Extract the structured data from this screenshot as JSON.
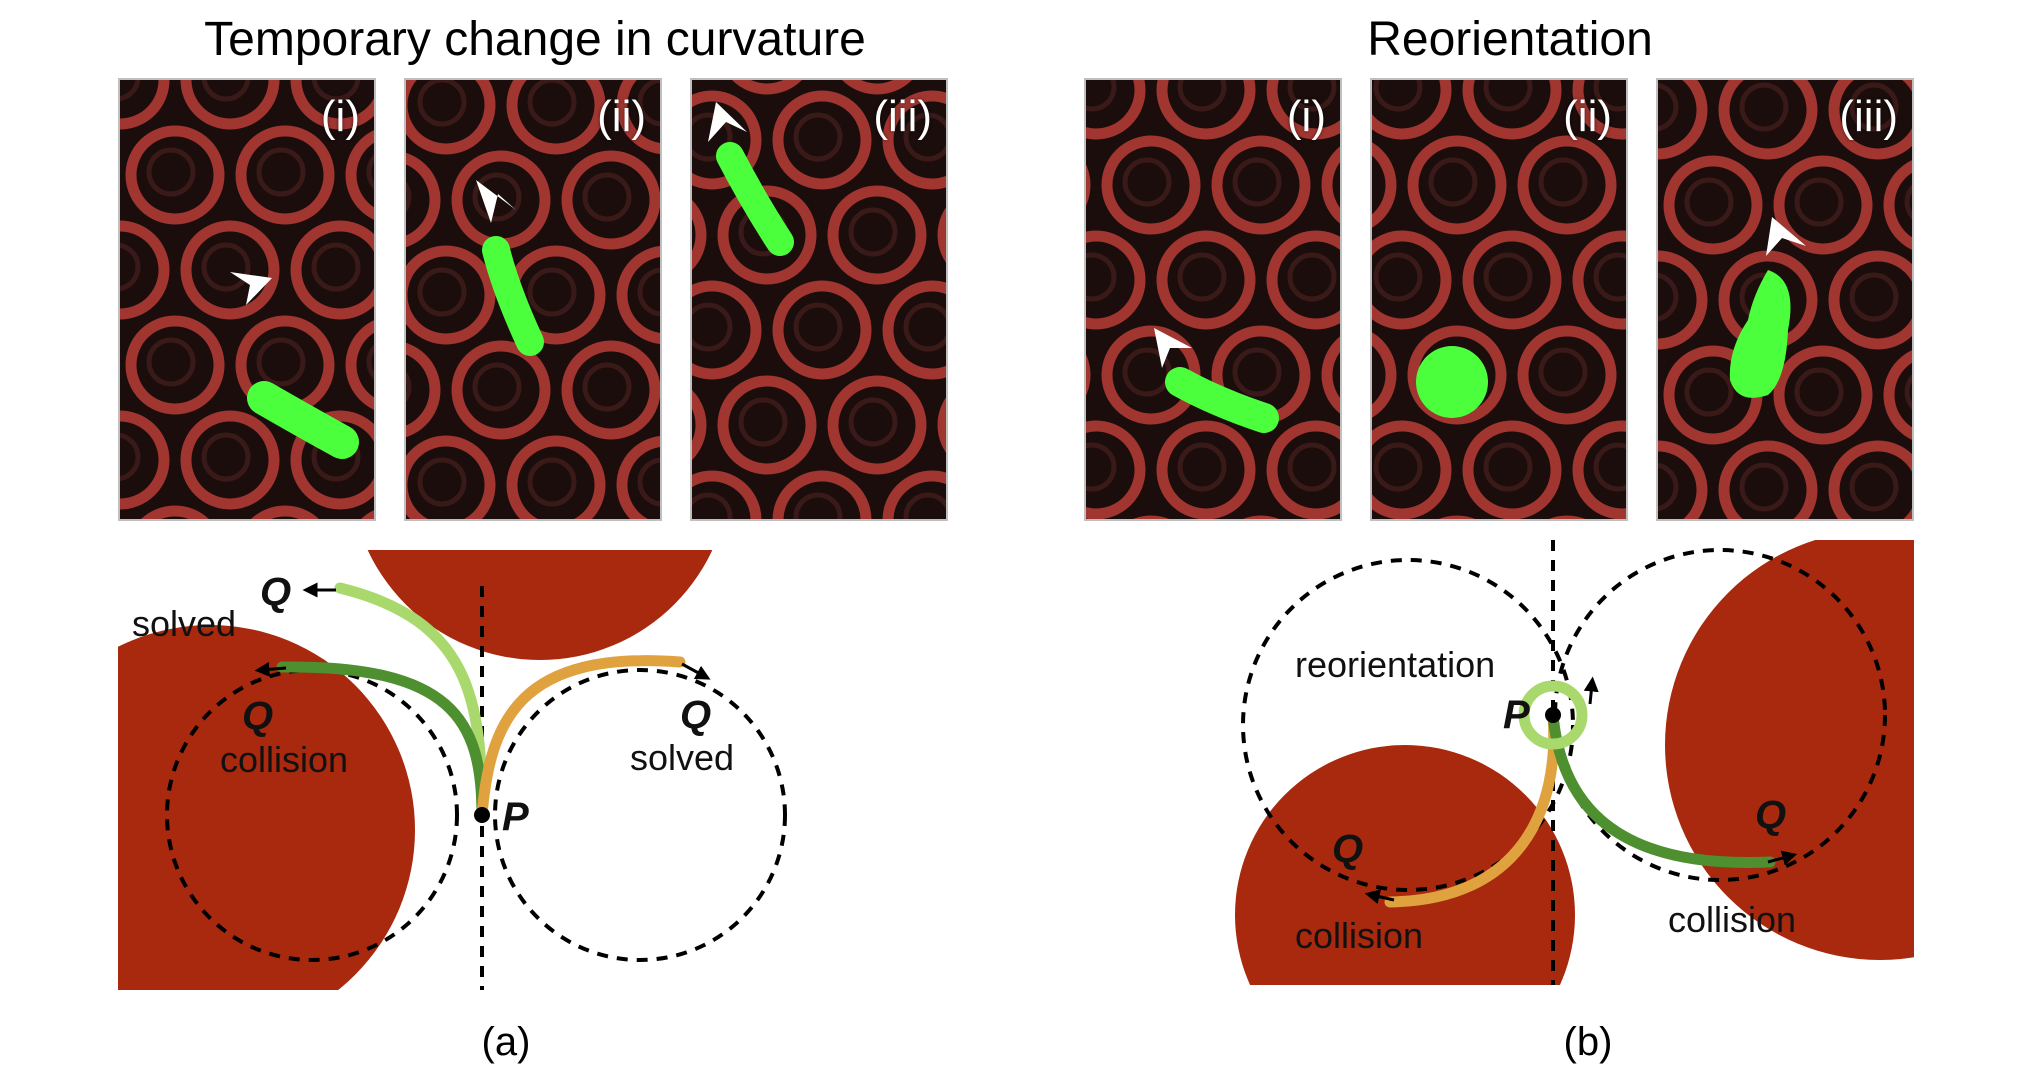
{
  "left": {
    "title": "Temporary change in curvature",
    "panels": [
      "(i)",
      "(ii)",
      "(iii)"
    ],
    "labels": {
      "q_top": "Q",
      "solved_top": "solved",
      "q_left": "Q",
      "collision": "collision",
      "q_right": "Q",
      "solved_right": "solved",
      "p": "P"
    },
    "caption": "(a)"
  },
  "right": {
    "title": "Reorientation",
    "panels": [
      "(i)",
      "(ii)",
      "(iii)"
    ],
    "labels": {
      "reorientation": "reorientation",
      "p": "P",
      "q_left": "Q",
      "collision_left": "collision",
      "q_right": "Q",
      "collision_right": "collision"
    },
    "caption": "(b)"
  },
  "colors": {
    "obstacle": "#a8290d",
    "dark_green": "#4e8f30",
    "light_green": "#a9d86c",
    "orange": "#e0a23f",
    "bacterium": "#4cff3c",
    "ring": "#b03a34"
  }
}
